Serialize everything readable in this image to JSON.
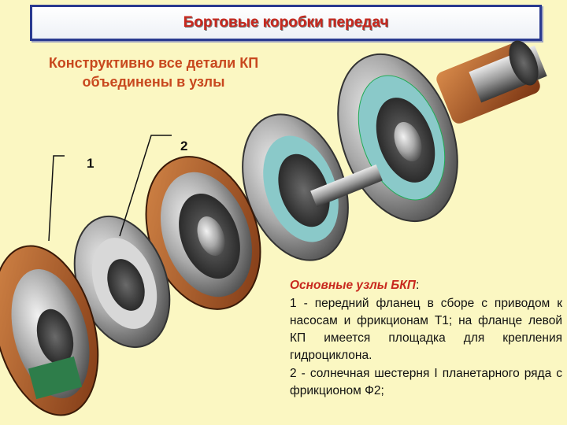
{
  "slide": {
    "title": "Бортовые коробки передач",
    "subtitle": "Конструктивно все детали КП объединены в узлы",
    "callouts": [
      "1",
      "2"
    ],
    "description": {
      "heading": "Основные узлы БКП",
      "heading_suffix": ":",
      "items": [
        "1 - передний фланец в сборе с приводом к насосам и фрикционам Т1; на фланце левой КП имеется площадка для крепления гидроциклона.",
        "2 - солнечная шестерня I планетарного ряда с фрикционом Ф2;"
      ]
    },
    "colors": {
      "background": "#fbf7c2",
      "title_text": "#c8281e",
      "title_border": "#2a3a8f",
      "subtitle_text": "#c8481e"
    }
  }
}
